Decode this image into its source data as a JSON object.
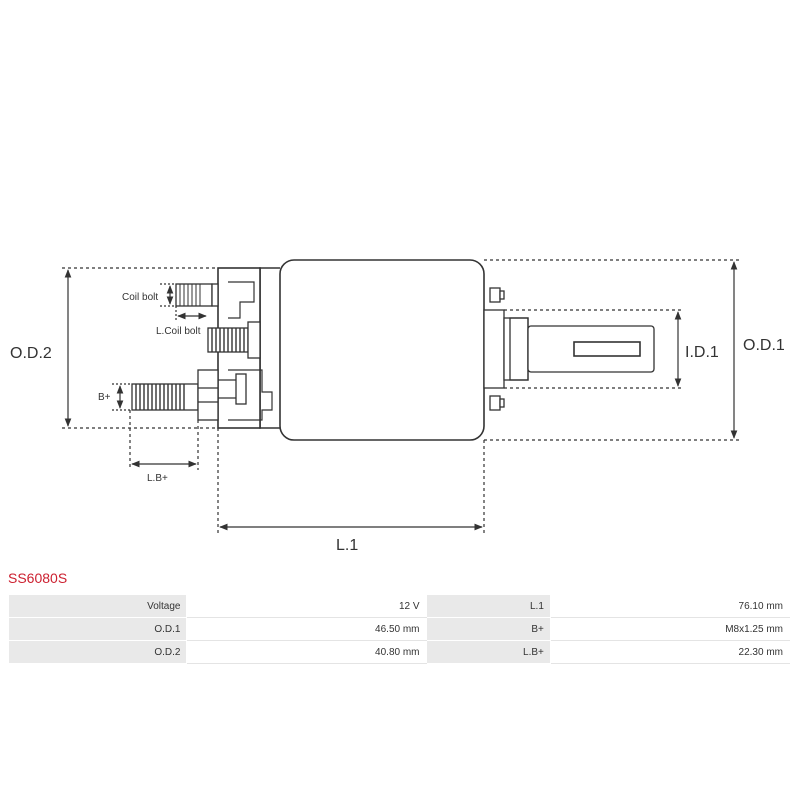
{
  "diagram": {
    "labels": {
      "od2": "O.D.2",
      "od1": "O.D.1",
      "id1": "I.D.1",
      "l1": "L.1",
      "coil_bolt": "Coil bolt",
      "l_coil_bolt": "L.Coil bolt",
      "b_plus": "B+",
      "l_b_plus": "L.B+"
    }
  },
  "product": {
    "code": "SS6080S"
  },
  "specs": {
    "rows": [
      {
        "k1": "Voltage",
        "v1": "12 V",
        "k2": "L.1",
        "v2": "76.10 mm"
      },
      {
        "k1": "O.D.1",
        "v1": "46.50 mm",
        "k2": "B+",
        "v2": "M8x1.25 mm"
      },
      {
        "k1": "O.D.2",
        "v1": "40.80 mm",
        "k2": "L.B+",
        "v2": "22.30 mm"
      }
    ]
  },
  "colors": {
    "accent": "#cc1f2f",
    "line": "#333333",
    "table_key_bg": "#e9e9e9"
  }
}
